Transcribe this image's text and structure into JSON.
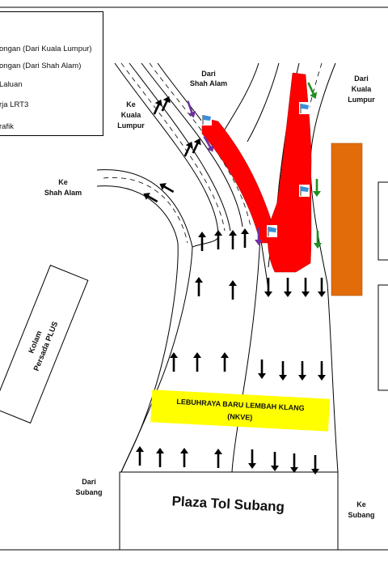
{
  "legend": {
    "items": [
      "ongan (Dari Kuala Lumpur)",
      "ongan (Dari Shah Alam)",
      "Laluan",
      "rja LRT3",
      "rafik"
    ]
  },
  "labels": {
    "dari_shah_alam": [
      "Dari",
      "Shah Alam"
    ],
    "dari_kuala_lumpur": [
      "Dari",
      "Kuala",
      "Lumpur"
    ],
    "ke_kuala_lumpur": [
      "Ke",
      "Kuala",
      "Lumpur"
    ],
    "ke_shah_alam": [
      "Ke",
      "Shah Alam"
    ],
    "kolam": [
      "Kolam",
      "Persada PLUS"
    ],
    "dari_subang": [
      "Dari",
      "Subang"
    ],
    "ke_subang": [
      "Ke",
      "Subang"
    ],
    "plaza_tol": "Plaza Tol Subang",
    "highway": [
      "LEBUHRAYA BARU LEMBAH KLANG",
      "(NKVE)"
    ]
  },
  "colors": {
    "diversion": "#ff0000",
    "work_zone": "#e36c0a",
    "highway_banner": "#ffff00",
    "arrow_purple": "#7030a0",
    "arrow_green": "#1f8f1f",
    "flag_blue": "#3a8fd9"
  }
}
